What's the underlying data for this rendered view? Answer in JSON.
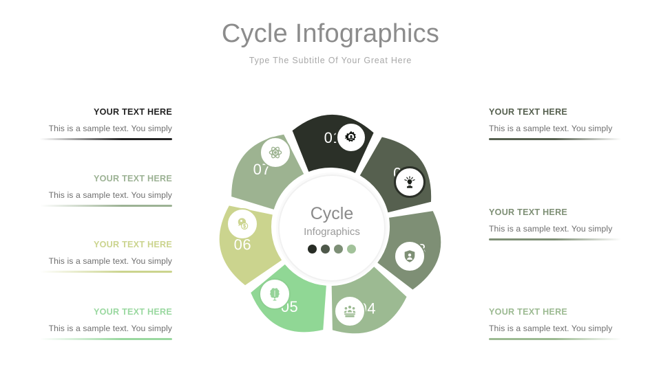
{
  "header": {
    "title": "Cycle Infographics",
    "subtitle": "Type The Subtitle Of Your Great Here"
  },
  "palette": {
    "seg01": "#2b3028",
    "seg02": "#56604f",
    "seg03": "#7e8f75",
    "seg04": "#9cba92",
    "seg05": "#90d795",
    "seg06": "#cbd48e",
    "seg07": "#9db391",
    "title_gray": "#8c8c8c",
    "body_gray": "#6e6e6e"
  },
  "hub": {
    "title": "Cycle",
    "subtitle": "Infographics",
    "dots": [
      "#272c25",
      "#4e584a",
      "#7d8f76",
      "#a2c29a"
    ]
  },
  "segments": [
    {
      "number": "01",
      "color": "#2b3028",
      "icon": "gear-settings-icon"
    },
    {
      "number": "02",
      "color": "#56604f",
      "icon": "idea-hand-bulb-icon"
    },
    {
      "number": "03",
      "color": "#7e8f75",
      "icon": "shield-user-icon"
    },
    {
      "number": "04",
      "color": "#9cba92",
      "icon": "team-meeting-icon"
    },
    {
      "number": "05",
      "color": "#90d795",
      "icon": "brain-icon"
    },
    {
      "number": "06",
      "color": "#cbd48e",
      "icon": "money-tag-icon"
    },
    {
      "number": "07",
      "color": "#9db391",
      "icon": "atom-icon"
    }
  ],
  "text_blocks": {
    "left": [
      {
        "title": "YOUR TEXT HERE",
        "desc": "This is a sample text. You simply",
        "color": "#232323"
      },
      {
        "title": "YOUR TEXT HERE",
        "desc": "This is a sample text. You simply",
        "color": "#9cb294"
      },
      {
        "title": "YOUR TEXT HERE",
        "desc": "This is a sample text. You simply",
        "color": "#cbd48e"
      },
      {
        "title": "YOUR TEXT HERE",
        "desc": "This is a sample text. You simply",
        "color": "#9ad8a0"
      }
    ],
    "right": [
      {
        "title": "YOUR TEXT HERE",
        "desc": "This is a sample text. You simply",
        "color": "#56604f"
      },
      {
        "title": "YOUR TEXT HERE",
        "desc": "This is a sample text. You simply",
        "color": "#7e8f75"
      },
      {
        "title": "YOUR TEXT HERE",
        "desc": "This is a sample text. You simply",
        "color": "#9cba92"
      }
    ]
  }
}
